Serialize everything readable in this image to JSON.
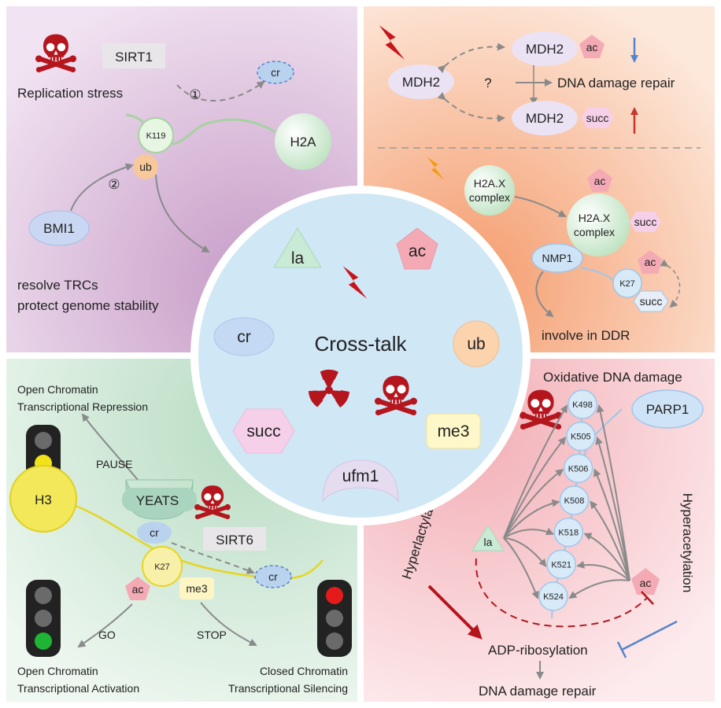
{
  "center": {
    "title": "Cross-talk",
    "marks": {
      "la": "la",
      "ac": "ac",
      "cr": "cr",
      "ub": "ub",
      "succ": "succ",
      "me3": "me3",
      "ufm1": "ufm1"
    }
  },
  "q1": {
    "stress": "Replication stress",
    "sirt1": "SIRT1",
    "step1": "①",
    "step2": "②",
    "cr": "cr",
    "k119": "K119",
    "h2a": "H2A",
    "ub": "ub",
    "bmi1": "BMI1",
    "outcome1": "resolve TRCs",
    "outcome2": "protect genome stability"
  },
  "q2": {
    "mdh2": "MDH2",
    "ac": "ac",
    "succ": "succ",
    "question": "?",
    "repair": "DNA damage repair",
    "h2ax_1": "H2A.X",
    "h2ax_2": "complex",
    "nmp1": "NMP1",
    "k27": "K27",
    "ddr": "involve in DDR"
  },
  "q3": {
    "top1": "Open Chromatin",
    "top2": "Transcriptional Repression",
    "pause": "PAUSE",
    "yeats": "YEATS",
    "h3": "H3",
    "cr": "cr",
    "k27": "K27",
    "sirt6": "SIRT6",
    "ac": "ac",
    "me3": "me3",
    "go": "GO",
    "stop": "STOP",
    "bl1": "Open Chromatin",
    "bl2": "Transcriptional Activation",
    "br1": "Closed Chromatin",
    "br2": "Transcriptional Silencing"
  },
  "q4": {
    "title": "Oxidative DNA damage",
    "parp1": "PARP1",
    "sites": [
      "K498",
      "K505",
      "K506",
      "K508",
      "K518",
      "K521",
      "K524"
    ],
    "la": "la",
    "ac": "ac",
    "hyperlac": "Hyperlactylation",
    "hyperac": "Hyperacetylation",
    "adp": "ADP-ribosylation",
    "repair": "DNA damage repair"
  },
  "colors": {
    "q1_bg": "#dcc3dc",
    "q2_bg": "#f7c3a3",
    "q3_bg": "#d3e9d9",
    "q4_bg": "#f6cfd3",
    "center_bg": "#cfe6f6",
    "dark_red": "#b5161e",
    "arrow_gray": "#8a8a8a",
    "blue": "#5585cc"
  },
  "icons": [
    "skull-crossbones-icon",
    "lightning-bolt-icon",
    "radiation-icon",
    "traffic-light-icon"
  ]
}
